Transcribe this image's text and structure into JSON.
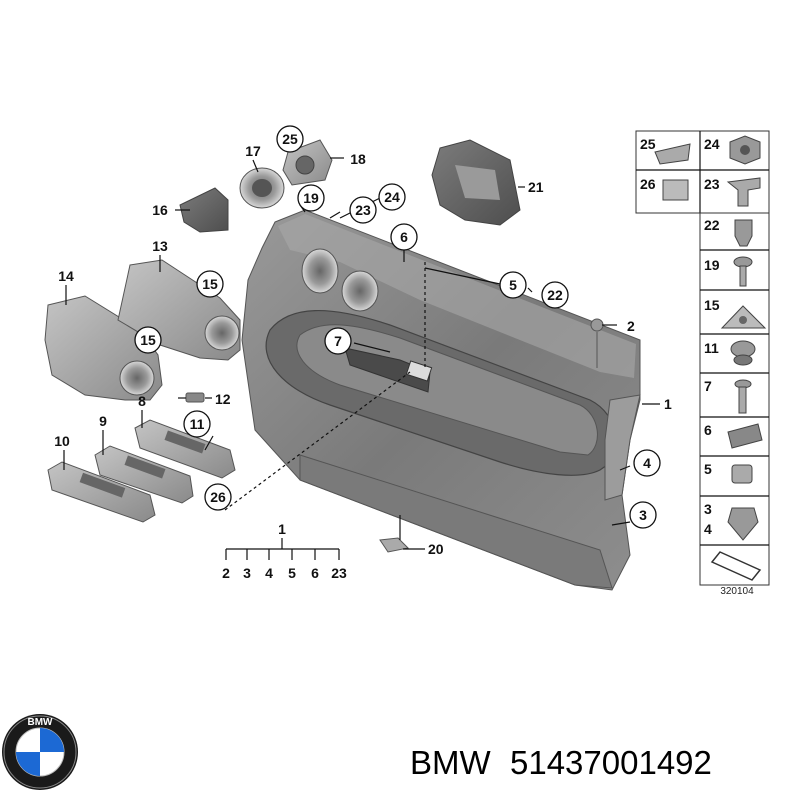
{
  "callouts": {
    "c1": "1",
    "c2": "2",
    "c3": "3",
    "c4": "4",
    "c5": "5",
    "c6": "6",
    "c7": "7",
    "c8": "8",
    "c9": "9",
    "c10": "10",
    "c11": "11",
    "c12": "12",
    "c13": "13",
    "c14": "14",
    "c15a": "15",
    "c15b": "15",
    "c16": "16",
    "c17": "17",
    "c18": "18",
    "c19": "19",
    "c20": "20",
    "c21": "21",
    "c22": "22",
    "c23": "23",
    "c24": "24",
    "c25": "25",
    "c26": "26"
  },
  "tree": {
    "root": "1",
    "children": [
      "2",
      "3",
      "4",
      "5",
      "6",
      "23"
    ]
  },
  "legend": {
    "items": [
      "25",
      "24",
      "26",
      "23",
      "22",
      "19",
      "15",
      "11",
      "7",
      "6",
      "5",
      "3",
      "4"
    ],
    "code": "320104"
  },
  "footer": {
    "brand": "BMW",
    "part_number": "51437001492"
  },
  "colors": {
    "part_dark": "#6f6f6f",
    "part_mid": "#8c8c8c",
    "part_light": "#b5b5b5",
    "logo_blue": "#1c69d4"
  }
}
